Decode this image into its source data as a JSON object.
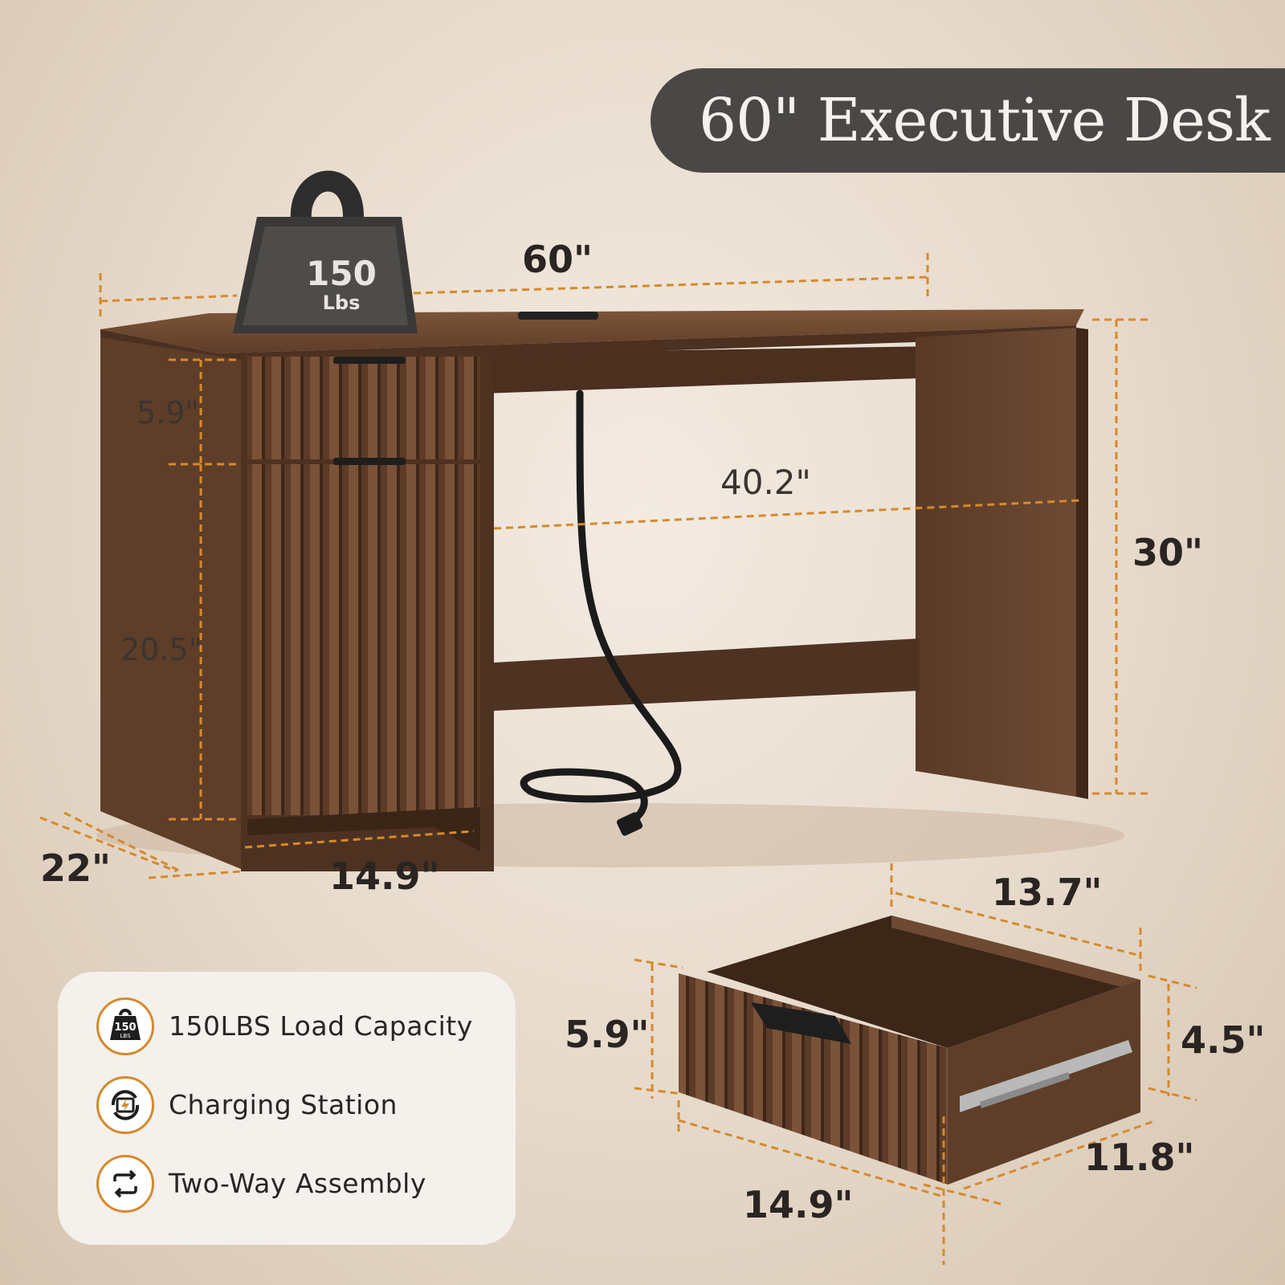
{
  "title": "60\" Executive Desk",
  "weight": {
    "number": "150",
    "unit": "Lbs"
  },
  "dimensions": {
    "desk_width": "60\"",
    "drawer_height_top": "5.9\"",
    "leg_span": "40.2\"",
    "desk_height": "30\"",
    "cabinet_height": "20.5\"",
    "desk_depth": "22\"",
    "cabinet_width": "14.9\"",
    "drawer_depth_top": "13.7\"",
    "drawer_front_height": "5.9\"",
    "drawer_side_height": "4.5\"",
    "drawer_inner_depth": "11.8\"",
    "drawer_width": "14.9\""
  },
  "features": [
    {
      "label": "150LBS Load Capacity",
      "icon": "weight-icon",
      "icon_text": "150",
      "icon_subtext": "LBS"
    },
    {
      "label": "Charging Station",
      "icon": "charging-icon"
    },
    {
      "label": "Two-Way Assembly",
      "icon": "swap-arrows-icon"
    }
  ],
  "colors": {
    "accent": "#d58a2c",
    "wood_dark": "#5a3a26",
    "wood_mid": "#6e4a32",
    "title_bg": "#4a4847",
    "title_text": "#f5f1ec"
  }
}
